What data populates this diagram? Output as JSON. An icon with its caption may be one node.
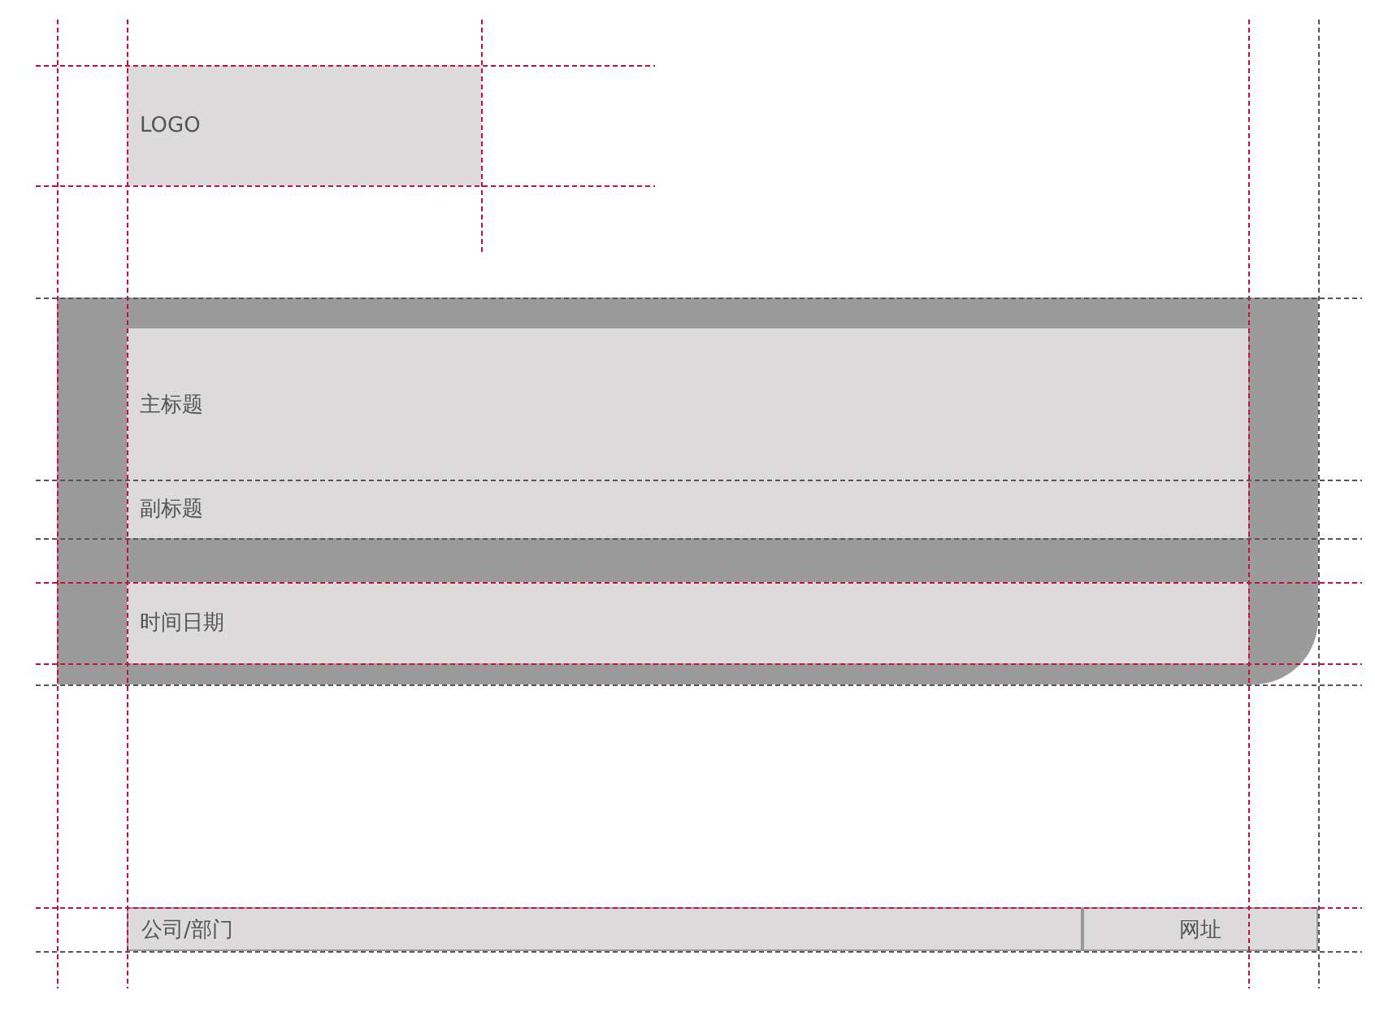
{
  "diagram": {
    "nodes": [
      {
        "text": [
          "LOGO"
        ]
      },
      {
        "text": [],
        "shape": "box"
      },
      {
        "text": [
          "主标题"
        ],
        "in": 1
      },
      {
        "text": [
          "副标题"
        ],
        "in": 1
      },
      {
        "text": [
          "时间日期"
        ],
        "in": 1
      },
      {
        "text": [
          "公司/部门"
        ]
      },
      {
        "text": [
          "网址"
        ]
      }
    ],
    "edges": []
  }
}
